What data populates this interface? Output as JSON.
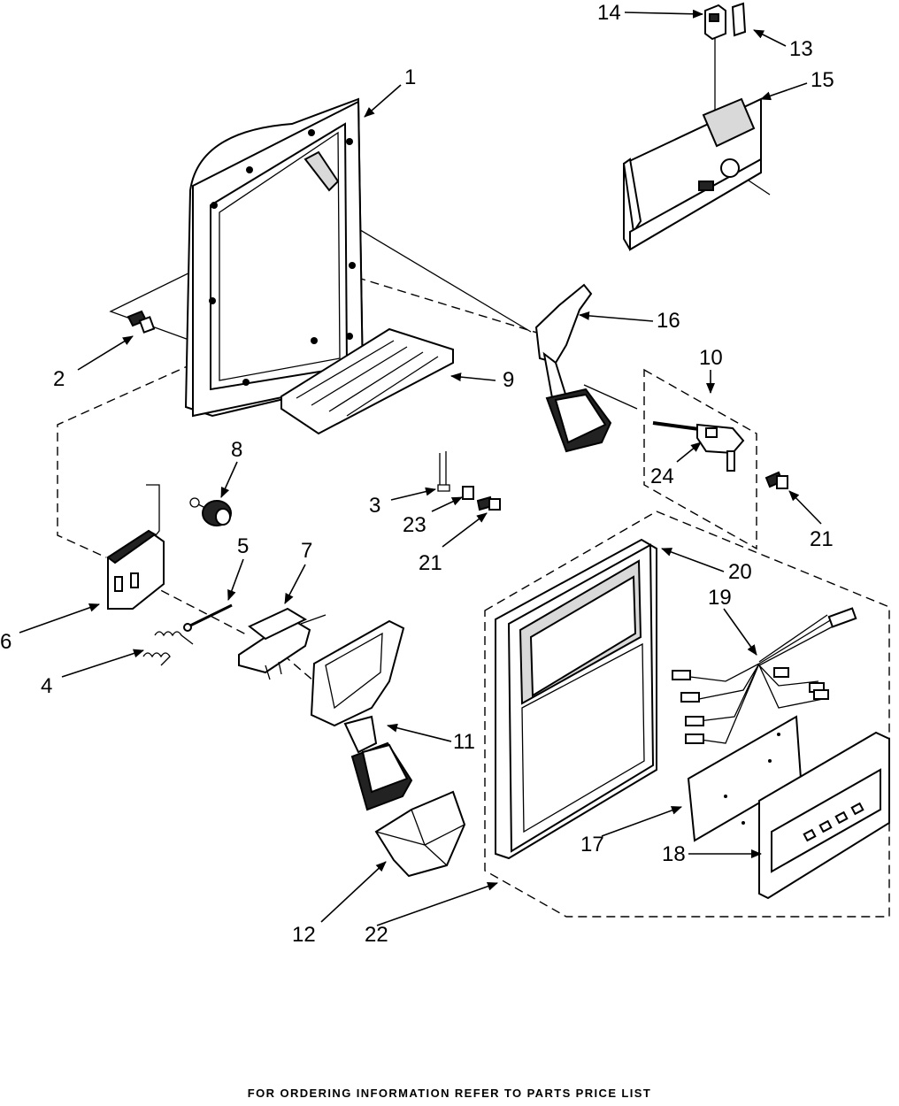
{
  "diagram": {
    "callouts": [
      "1",
      "2",
      "3",
      "4",
      "5",
      "6",
      "7",
      "8",
      "9",
      "10",
      "11",
      "12",
      "13",
      "14",
      "15",
      "16",
      "17",
      "18",
      "19",
      "20",
      "21",
      "21",
      "22",
      "23",
      "24"
    ]
  },
  "footer": {
    "text": "FOR ORDERING INFORMATION REFER TO PARTS PRICE LIST"
  }
}
